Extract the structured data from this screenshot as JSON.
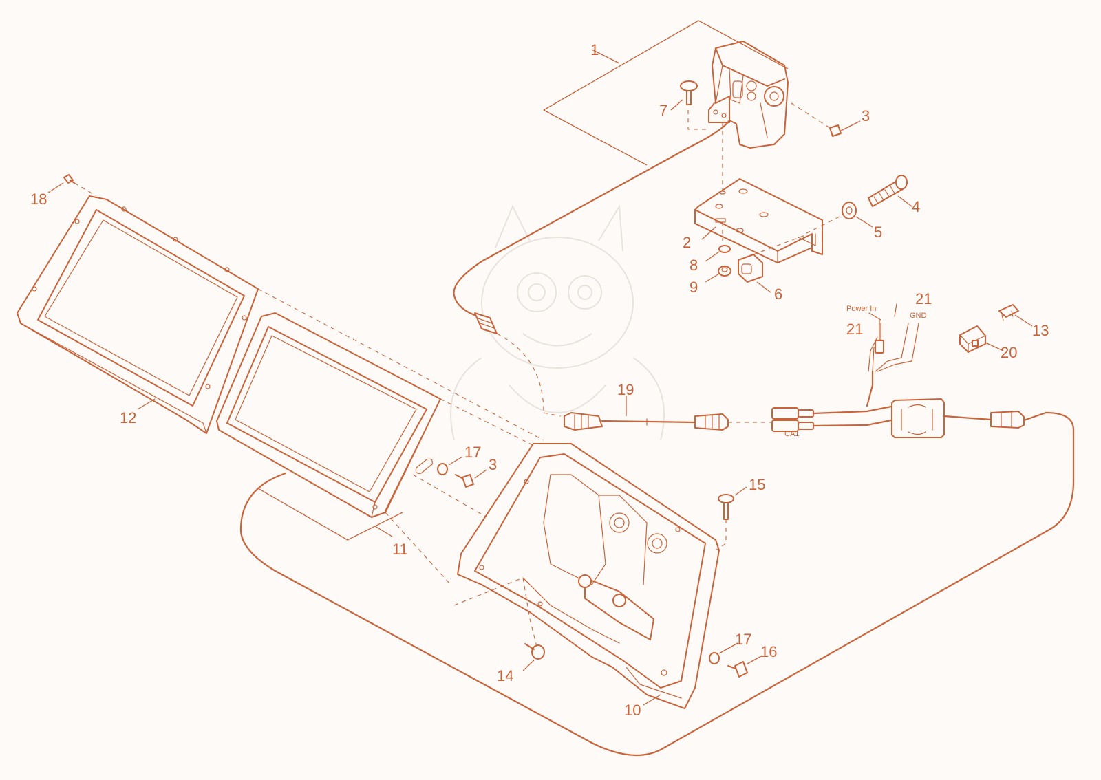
{
  "colors": {
    "ink": "#c8633a",
    "paper": "#fdfaf7",
    "watermark": "#e9e3de"
  },
  "callouts": [
    {
      "id": "1",
      "text": "1"
    },
    {
      "id": "2",
      "text": "2"
    },
    {
      "id": "3a",
      "text": "3"
    },
    {
      "id": "3b",
      "text": "3"
    },
    {
      "id": "4",
      "text": "4"
    },
    {
      "id": "5",
      "text": "5"
    },
    {
      "id": "6",
      "text": "6"
    },
    {
      "id": "7",
      "text": "7"
    },
    {
      "id": "8",
      "text": "8"
    },
    {
      "id": "9",
      "text": "9"
    },
    {
      "id": "10",
      "text": "10"
    },
    {
      "id": "11",
      "text": "11"
    },
    {
      "id": "12",
      "text": "12"
    },
    {
      "id": "13",
      "text": "13"
    },
    {
      "id": "14",
      "text": "14"
    },
    {
      "id": "15",
      "text": "15"
    },
    {
      "id": "16",
      "text": "16"
    },
    {
      "id": "17a",
      "text": "17"
    },
    {
      "id": "17b",
      "text": "17"
    },
    {
      "id": "18",
      "text": "18"
    },
    {
      "id": "19",
      "text": "19"
    },
    {
      "id": "20",
      "text": "20"
    },
    {
      "id": "21a",
      "text": "21"
    },
    {
      "id": "21b",
      "text": "21"
    }
  ],
  "wire_labels": {
    "power_in": "Power In",
    "gnd": "GND",
    "ca1": "CA1"
  }
}
